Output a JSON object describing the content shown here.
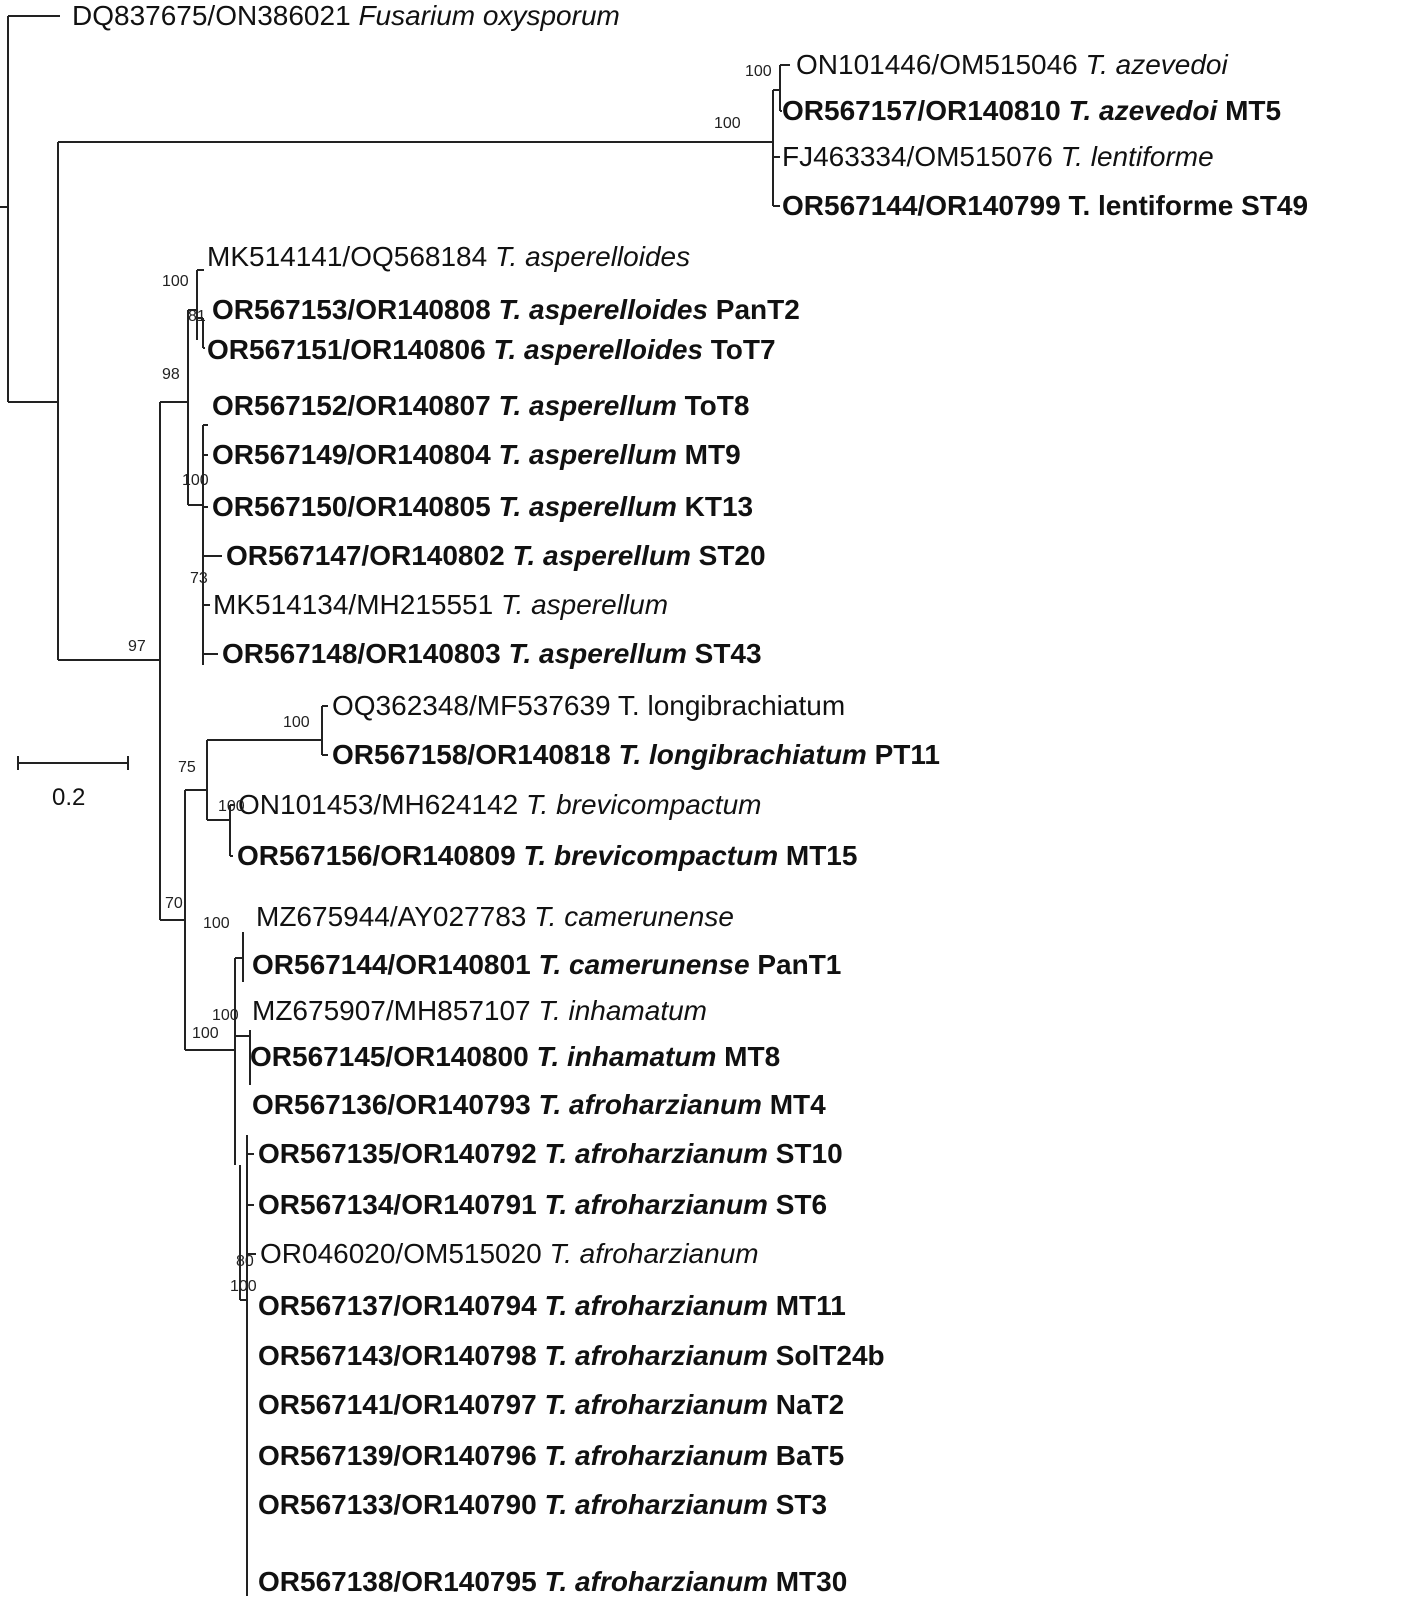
{
  "taxa": [
    {
      "accession": "DQ837675/ON386021",
      "species": "Fusarium oxysporum",
      "strain": "",
      "isolate": false,
      "species_italic": true
    },
    {
      "accession": "ON101446/OM515046",
      "species": "T. azevedoi",
      "strain": "",
      "isolate": false,
      "species_italic": true
    },
    {
      "accession": "OR567157/OR140810",
      "species": "T. azevedoi",
      "strain": "MT5",
      "isolate": true,
      "species_italic": true
    },
    {
      "accession": "FJ463334/OM515076",
      "species": "T. lentiforme",
      "strain": "",
      "isolate": false,
      "species_italic": true
    },
    {
      "accession": "OR567144/OR140799",
      "species": "T. lentiforme",
      "strain": "ST49",
      "isolate": true,
      "species_italic": false
    },
    {
      "accession": "MK514141/OQ568184",
      "species": "T. asperelloides",
      "strain": "",
      "isolate": false,
      "species_italic": true
    },
    {
      "accession": "OR567153/OR140808",
      "species": "T. asperelloides",
      "strain": "PanT2",
      "isolate": true,
      "species_italic": true
    },
    {
      "accession": "OR567151/OR140806",
      "species": "T. asperelloides",
      "strain": "ToT7",
      "isolate": true,
      "species_italic": true
    },
    {
      "accession": "OR567152/OR140807",
      "species": "T. asperellum",
      "strain": "ToT8",
      "isolate": true,
      "species_italic": true
    },
    {
      "accession": "OR567149/OR140804",
      "species": "T. asperellum",
      "strain": "MT9",
      "isolate": true,
      "species_italic": true
    },
    {
      "accession": "OR567150/OR140805",
      "species": "T. asperellum",
      "strain": "KT13",
      "isolate": true,
      "species_italic": true
    },
    {
      "accession": "OR567147/OR140802",
      "species": "T. asperellum",
      "strain": "ST20",
      "isolate": true,
      "species_italic": true
    },
    {
      "accession": "MK514134/MH215551",
      "species": "T. asperellum",
      "strain": "",
      "isolate": false,
      "species_italic": true
    },
    {
      "accession": "OR567148/OR140803",
      "species": "T. asperellum",
      "strain": "ST43",
      "isolate": true,
      "species_italic": true
    },
    {
      "accession": "OQ362348/MF537639",
      "species": "T. longibrachiatum",
      "strain": "",
      "isolate": false,
      "species_italic": false
    },
    {
      "accession": "OR567158/OR140818",
      "species": "T. longibrachiatum",
      "strain": "PT11",
      "isolate": true,
      "species_italic": true
    },
    {
      "accession": "ON101453/MH624142",
      "species": "T. brevicompactum",
      "strain": "",
      "isolate": false,
      "species_italic": true
    },
    {
      "accession": "OR567156/OR140809",
      "species": "T. brevicompactum",
      "strain": "MT15",
      "isolate": true,
      "species_italic": true
    },
    {
      "accession": "MZ675944/AY027783",
      "species": "T. camerunense",
      "strain": "",
      "isolate": false,
      "species_italic": true
    },
    {
      "accession": "OR567144/OR140801",
      "species": "T. camerunense",
      "strain": "PanT1",
      "isolate": true,
      "species_italic": true
    },
    {
      "accession": "MZ675907/MH857107",
      "species": "T. inhamatum",
      "strain": "",
      "isolate": false,
      "species_italic": true
    },
    {
      "accession": "OR567145/OR140800",
      "species": "T. inhamatum",
      "strain": "MT8",
      "isolate": true,
      "species_italic": true
    },
    {
      "accession": "OR567136/OR140793",
      "species": "T. afroharzianum",
      "strain": "MT4",
      "isolate": true,
      "species_italic": true
    },
    {
      "accession": "OR567135/OR140792",
      "species": "T. afroharzianum",
      "strain": "ST10",
      "isolate": true,
      "species_italic": true
    },
    {
      "accession": "OR567134/OR140791",
      "species": "T. afroharzianum",
      "strain": "ST6",
      "isolate": true,
      "species_italic": true
    },
    {
      "accession": "OR046020/OM515020",
      "species": "T. afroharzianum",
      "strain": "",
      "isolate": false,
      "species_italic": true
    },
    {
      "accession": "OR567137/OR140794",
      "species": "T. afroharzianum",
      "strain": "MT11",
      "isolate": true,
      "species_italic": true
    },
    {
      "accession": "OR567143/OR140798",
      "species": "T. afroharzianum",
      "strain": "SolT24b",
      "isolate": true,
      "species_italic": true
    },
    {
      "accession": "OR567141/OR140797",
      "species": "T. afroharzianum",
      "strain": "NaT2",
      "isolate": true,
      "species_italic": true
    },
    {
      "accession": "OR567139/OR140796",
      "species": "T. afroharzianum",
      "strain": "BaT5",
      "isolate": true,
      "species_italic": true
    },
    {
      "accession": "OR567133/OR140790",
      "species": "T. afroharzianum",
      "strain": "ST3",
      "isolate": true,
      "species_italic": true
    },
    {
      "accession": "OR567138/OR140795",
      "species": "T. afroharzianum",
      "strain": "MT30",
      "isolate": true,
      "species_italic": true
    }
  ],
  "bootstrap": [
    "100",
    "100",
    "100",
    "81",
    "98",
    "100",
    "73",
    "97",
    "100",
    "75",
    "100",
    "70",
    "100",
    "100",
    "100",
    "80",
    "100"
  ],
  "scale_bar": {
    "label": "0.2",
    "value": 0.2
  }
}
